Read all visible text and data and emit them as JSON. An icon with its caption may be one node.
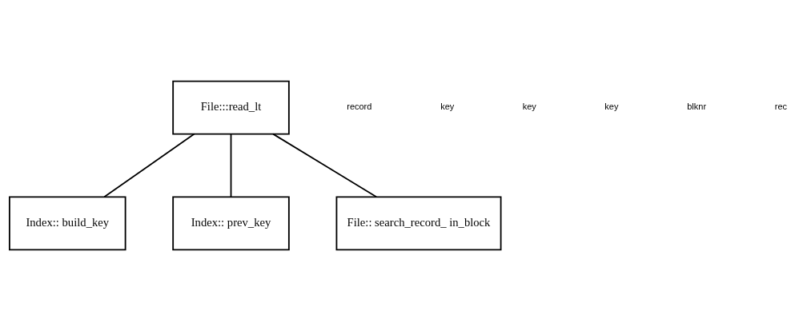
{
  "diagram": {
    "nodes": [
      {
        "text": [
          "File:::read_lt"
        ]
      },
      {
        "text": [
          "Index:: build_key"
        ]
      },
      {
        "text": [
          "Index:: prev_key"
        ]
      },
      {
        "text": [
          "File:: search_record_ in_block"
        ]
      }
    ],
    "edges": [
      {
        "from": 0,
        "to": 1,
        "arrow": "none"
      },
      {
        "from": 0,
        "to": 2,
        "arrow": "none"
      },
      {
        "from": 0,
        "to": 3,
        "arrow": "none"
      }
    ],
    "labels": [
      "record",
      "key",
      "key",
      "key",
      "blknr",
      "rec"
    ]
  }
}
